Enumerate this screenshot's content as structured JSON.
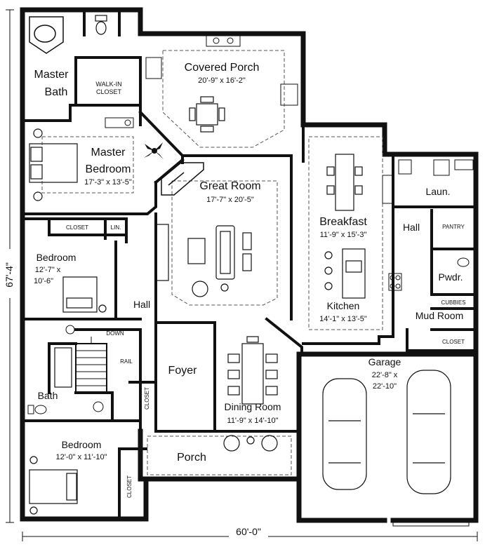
{
  "title": "",
  "overall_dimensions": {
    "width": "60'-0\"",
    "depth": "67'-4\""
  },
  "rooms": {
    "covered_porch": {
      "name": "Covered Porch",
      "size": "20'-9\" x 16'-2\""
    },
    "master_bath": {
      "name_line1": "Master",
      "name_line2": "Bath"
    },
    "walk_in_closet": {
      "name_line1": "WALK-IN",
      "name_line2": "CLOSET"
    },
    "master_bedroom": {
      "name_line1": "Master",
      "name_line2": "Bedroom",
      "size": "17'-3\" x 13'-5\""
    },
    "great_room": {
      "name": "Great Room",
      "size": "17'-7\" x 20'-5\""
    },
    "breakfast": {
      "name": "Breakfast",
      "size": "11'-9\" x 15'-3\""
    },
    "kitchen": {
      "name": "Kitchen",
      "size": "14'-1\" x 13'-5\""
    },
    "laundry": {
      "name": "Laun."
    },
    "hall_right": {
      "name": "Hall"
    },
    "pantry": {
      "name": "PANTRY"
    },
    "powder": {
      "name": "Pwdr."
    },
    "cubbies": {
      "name": "CUBBIES"
    },
    "mud_room": {
      "name": "Mud Room"
    },
    "mud_closet": {
      "name": "CLOSET"
    },
    "closet_top_left": {
      "name": "CLOSET"
    },
    "linen": {
      "name": "LIN."
    },
    "bedroom_2": {
      "name": "Bedroom",
      "size_line1": "12'-7\" x",
      "size_line2": "10'-6\""
    },
    "hall_left": {
      "name": "Hall"
    },
    "stair_down": {
      "name": "DOWN"
    },
    "rail": {
      "name": "RAIL"
    },
    "bath": {
      "name": "Bath"
    },
    "closet_mid": {
      "name": "CLOSET"
    },
    "foyer": {
      "name": "Foyer"
    },
    "dining_room": {
      "name": "Dining Room",
      "size": "11'-9\" x 14'-10\""
    },
    "garage": {
      "name": "Garage",
      "size_line1": "22'-8\" x",
      "size_line2": "22'-10\""
    },
    "porch": {
      "name": "Porch"
    },
    "bedroom_3": {
      "name": "Bedroom",
      "size": "12'-0\" x 11'-10\""
    },
    "closet_bottom": {
      "name": "CLOSET"
    }
  },
  "icons": [
    "ceiling-fan-icon",
    "bathtub-icon",
    "toilet-icon",
    "bed-icon",
    "sofa-icon",
    "armchair-icon",
    "dining-table-icon",
    "car-icon",
    "fireplace-icon",
    "sink-icon",
    "range-icon",
    "plant-icon"
  ]
}
